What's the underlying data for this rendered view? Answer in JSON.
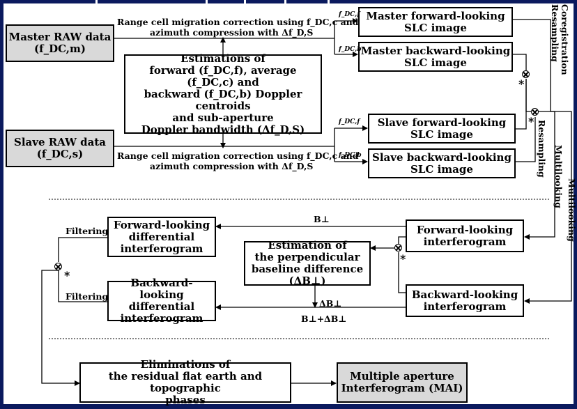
{
  "boxes": {
    "master_raw": "Master RAW data\n(f_DC,m)",
    "slave_raw": "Slave RAW data\n(f_DC,s)",
    "estimation_doppler": "Estimations of\nforward (f_DC,f), average (f_DC,c) and\nbackward (f_DC,b) Doppler centroids\nand sub-aperture\nDoppler bandwidth (Δf_D,S)",
    "master_fwd_slc": "Master forward-looking\nSLC image",
    "master_bwd_slc": "Master backward-looking\nSLC image",
    "slave_fwd_slc": "Slave forward-looking\nSLC image",
    "slave_bwd_slc": "Slave backward-looking\nSLC image",
    "fwd_interferogram": "Forward-looking\ninterferogram",
    "bwd_interferogram": "Backward-looking\ninterferogram",
    "baseline_estimation": "Estimation of\nthe perpendicular\nbaseline difference (ΔB⊥)",
    "fwd_diff_interferogram": "Forward-looking\ndifferential\ninterferogram",
    "bwd_diff_interferogram": "Backward-looking\ndifferential\ninterferogram",
    "eliminations": "Eliminations of\nthe residual flat earth and topographic\nphases",
    "mai": "Multiple aperture\nInterferogram (MAI)"
  },
  "labels": {
    "rcmc_master_1": "Range cell migration correction using f_DC,c and",
    "rcmc_master_2": "azimuth compression with Δf_D,S",
    "rcmc_slave_1": "Range cell migration correction using f_DC,c and",
    "rcmc_slave_2": "azimuth compression with Δf_D,S",
    "fdcf_m": "f_DC,f",
    "fdcb_m": "f_DC,b",
    "fdcf_s": "f_DC,f",
    "fdcb_s": "f_DC,b",
    "coregistration": "Coregistration",
    "resampling_top": "Resampling",
    "resampling": "Resampling",
    "multilooking_1": "Multilooking",
    "multilooking_2": "Multilooking",
    "filtering_top": "Filtering",
    "filtering_bottom": "Filtering",
    "b_perp": "B⊥",
    "delta_b_perp": "ΔB⊥",
    "b_perp_plus_delta": "B⊥+ΔB⊥",
    "star_1": "*",
    "star_2": "*",
    "star_3": "*",
    "star_4": "*"
  }
}
